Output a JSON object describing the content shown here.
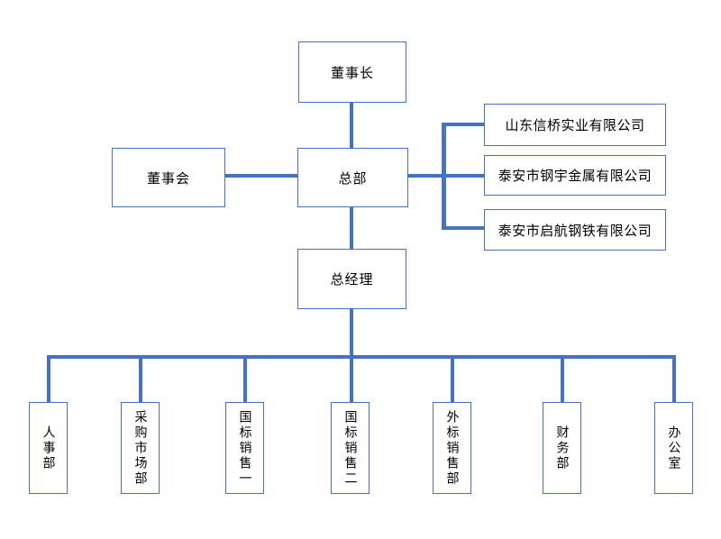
{
  "org": {
    "nodes": {
      "chairman": "董事长",
      "board": "董事会",
      "headquarters": "总部",
      "general_manager": "总经理"
    },
    "subsidiaries": [
      "山东信桥实业有限公司",
      "泰安市钢宇金属有限公司",
      "泰安市启航钢铁有限公司"
    ],
    "departments": [
      "人事部",
      "采购市场部",
      "国标销售一",
      "国标销售二",
      "外标销售部",
      "财务部",
      "办公室"
    ],
    "colors": {
      "connector": "#4472C4",
      "box_border": "#4472C4",
      "background": "#FFFFFF",
      "text": "#000000"
    }
  }
}
